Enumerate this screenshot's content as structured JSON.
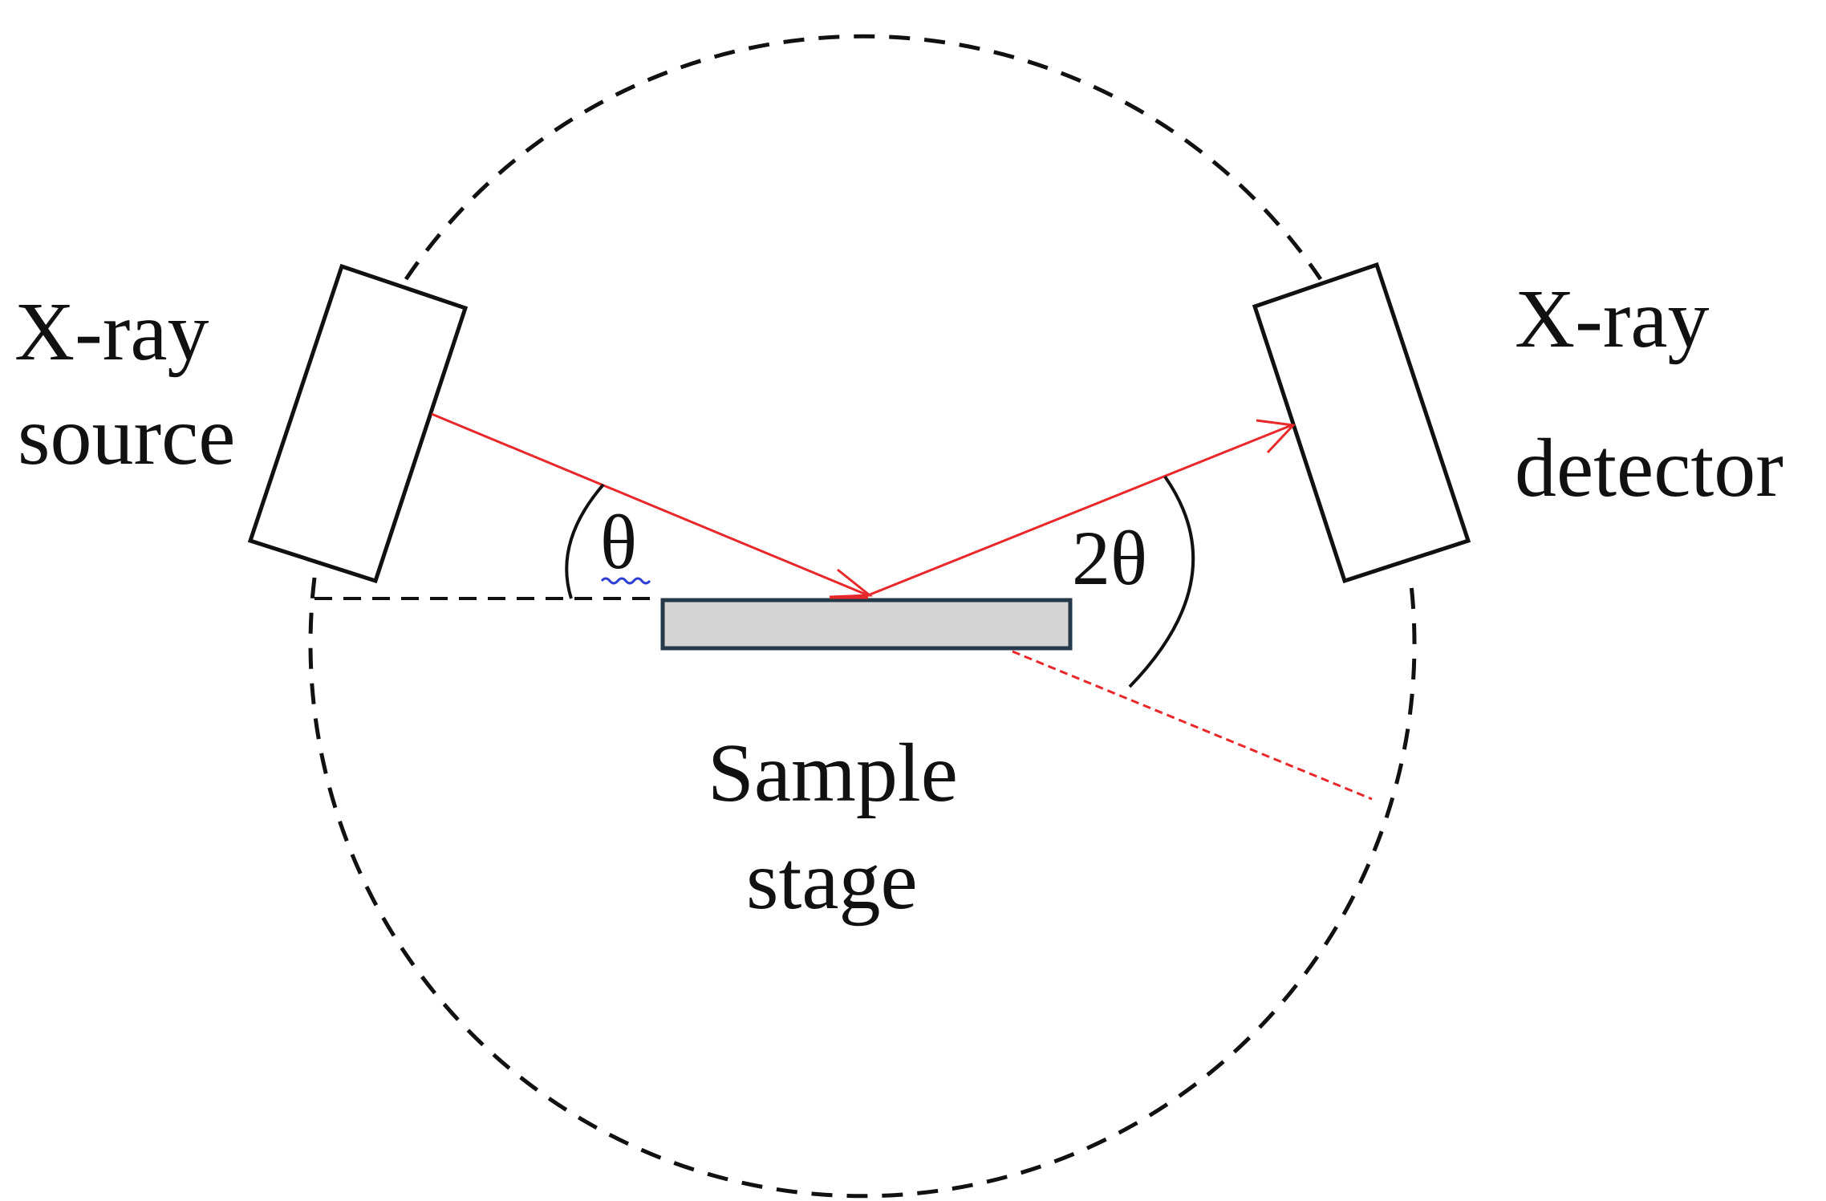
{
  "labels": {
    "source_line1": "X-ray",
    "source_line2": "source",
    "detector_line1": "X-ray",
    "detector_line2": "detector",
    "stage_line1": "Sample",
    "stage_line2": "stage",
    "theta": "θ",
    "two_theta": "2θ"
  },
  "colors": {
    "beam": "#e8282b",
    "outline": "#111111",
    "stage_fill": "#d4d4d4",
    "stage_stroke": "#243a4a",
    "squiggle": "#2c3fd1"
  }
}
